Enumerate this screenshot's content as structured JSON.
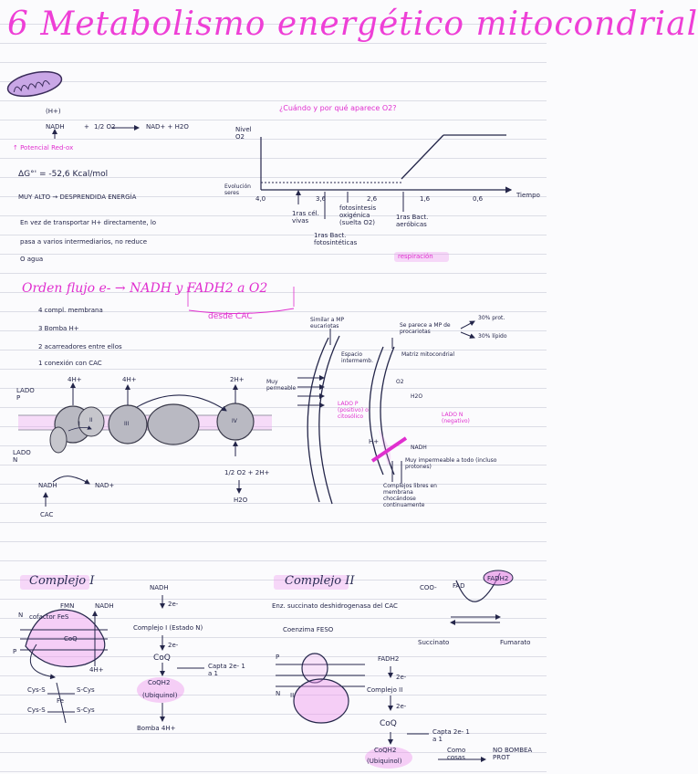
{
  "title": "6 Metabolismo energético mitocondrial",
  "top": {
    "hplus": "(H+)",
    "equation": {
      "nadh": "NADH",
      "plus": "+",
      "half": "1/2 O2",
      "arrow": "→",
      "prod": "NAD+ + H2O"
    },
    "potencial": "↑ Potencial Red-ox",
    "deltaG": "ΔG°' = -52,6 Kcal/mol",
    "muy_alto": "MUY ALTO → DESPRENDIDA ENERGÍA",
    "text1": "En vez de transportar H+ directamente, lo",
    "text2": "pasa a varios intermediarios, no reduce",
    "text3": "O agua"
  },
  "chart": {
    "question": "¿Cuándo y por qué aparece O2?",
    "ylabel": "Nivel O2",
    "xlabel": "Tiempo",
    "origin_label": "Evolución seres",
    "ticks": [
      "4,0",
      "3,6",
      "2,6",
      "1,6",
      "0,6"
    ],
    "ann1": "1ras cél. vivas",
    "ann2": "1ras Bact. fotosintéticas",
    "ann3": "fotosíntesis oxigénica (suelta O2)",
    "ann4": "1ras Bact. aeróbicas",
    "ann5": "respiración"
  },
  "orden": {
    "heading": "Orden flujo e- → NADH y FADH2 a O2",
    "subheading": "desde CAC",
    "items": [
      "4 compl. membrana",
      "3 Bomba H+",
      "2 acarreadores entre ellos",
      "1 conexión con CAC"
    ]
  },
  "diagram1": {
    "lado_p": "LADO P",
    "lado_n": "LADO N",
    "h_labels": [
      "4H+",
      "4H+",
      "2H+"
    ],
    "complexes": [
      "I",
      "II",
      "III",
      "IV"
    ],
    "nadh": "NADH",
    "nad": "NAD+",
    "cac": "CAC",
    "o2": "1/2 O2 + 2H+",
    "h2o": "H2O"
  },
  "mito": {
    "similar": "Similar a MP eucariotas",
    "parece": "Se parece a MP de procariotas",
    "prot": "30% prot.",
    "lip": "30% lípido",
    "espacio": "Espacio intermemb.",
    "matriz": "Matriz mitocondrial",
    "muy_permeable": "Muy permeable",
    "lado_p": "LADO P (positivo) o citosólico",
    "lado_n": "LADO N (negativo)",
    "hplus": "H+",
    "nadh": "NADH",
    "o2": "O2",
    "h2o": "H2O",
    "impermeable": "Muy impermeable a todo (incluso protones)",
    "complejos": "Complejos libres en membrana chocándose continuamente"
  },
  "c1": {
    "heading": "Complejo I",
    "fmn": "FMN",
    "nadh": "NADH",
    "n": "N",
    "p": "P",
    "cofactor": "cofactor FeS",
    "coq": "CoQ",
    "h4": "4H+",
    "fe": "Fe",
    "cys": [
      "Cys-S",
      "S-Cys",
      "Cys-S",
      "S-Cys"
    ],
    "flow_nadh": "NADH",
    "e1": "2e-",
    "complejo": "Complejo I (Estado N)",
    "e2": "2e-",
    "coq2": "CoQ",
    "coqh2": "CoQH2",
    "ubiq": "(Ubiquinol)",
    "capta": "Capta 2e- 1 a 1",
    "bomba": "Bomba 4H+"
  },
  "c2": {
    "heading": "Complejo II",
    "enz": "Enz. succinato deshidrogenasa del CAC",
    "coenzima": "Coenzima FESO",
    "coo1": "COO-",
    "fad": "FAD",
    "fadh2": "FADH2",
    "succ_label": "Succinato",
    "fum_label": "Fumarato",
    "p": "P",
    "n": "N",
    "roman": "II",
    "flow_fadh": "FADH2",
    "e1": "2e-",
    "complejo": "Complejo II",
    "e2": "2e-",
    "coq": "CoQ",
    "coqh2": "CoQH2",
    "ubiq": "(Ubiquinol)",
    "capta": "Capta 2e- 1 a 1",
    "como": "Como cosas",
    "no_bombea": "NO BOMBEA PROT"
  }
}
